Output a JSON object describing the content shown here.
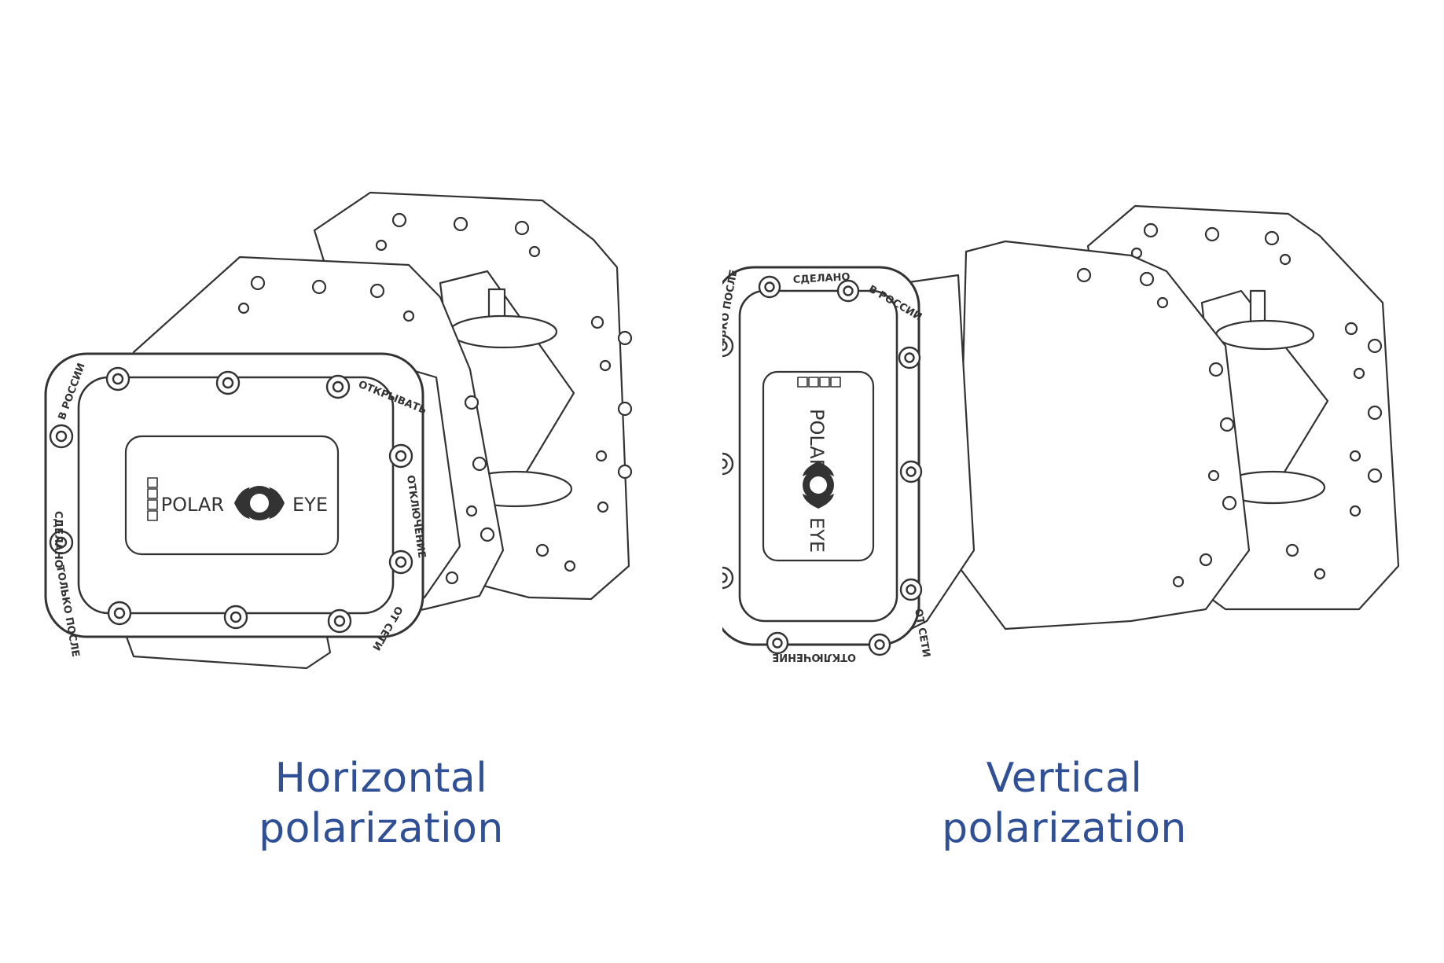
{
  "panels": [
    {
      "id": "horizontal",
      "caption_line1": "Horizontal",
      "caption_line2": "polarization",
      "device": {
        "brand_left": "POLAR",
        "brand_right": "EYE",
        "rim_labels": [
          "В РОССИИ",
          "ОТКРЫВАТЬ",
          "ОТКЛЮЧЕНИЕ",
          "ОТ СЕТИ",
          "СДЕЛАНО",
          "ТОЛЬКО ПОСЛЕ"
        ]
      }
    },
    {
      "id": "vertical",
      "caption_line1": "Vertical",
      "caption_line2": "polarization",
      "device": {
        "brand_left": "POLAR",
        "brand_right": "EYE",
        "rim_labels": [
          "СДЕЛАНО",
          "В РОССИИ",
          "ОТ СЕТИ",
          "ОТКЛЮЧЕНИЕ",
          "ТОЛЬКО ПОСЛЕ"
        ]
      }
    }
  ],
  "colors": {
    "caption": "#2f4f97",
    "line": "#333333",
    "fill": "#ffffff"
  }
}
